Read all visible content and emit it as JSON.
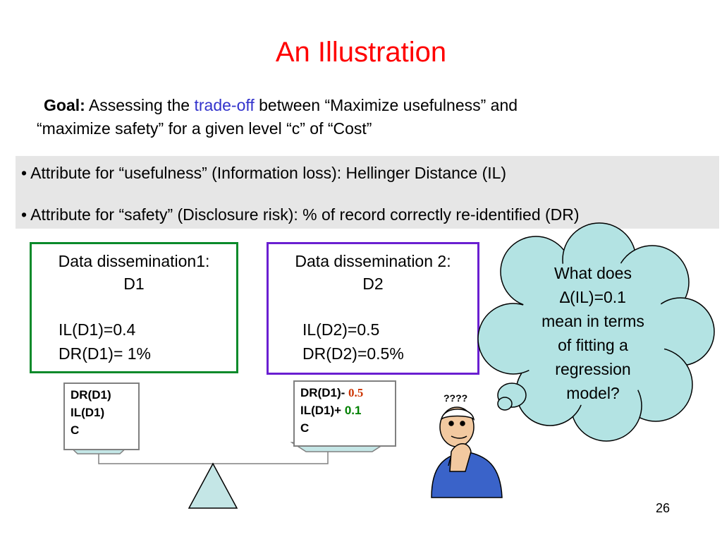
{
  "title": "An Illustration",
  "goal": {
    "label": "Goal:",
    "text_before": "Assessing  the",
    "highlight": "trade-off",
    "text_after": "between “Maximize usefulness” and",
    "line2": "“maximize safety” for a given level “c” of “Cost”"
  },
  "bullets": [
    "• Attribute for “usefulness” (Information loss): Hellinger Distance (IL)",
    "• Attribute for “safety” (Disclosure risk): % of record correctly re-identified (DR)"
  ],
  "dissemination1": {
    "title": "Data dissemination1:",
    "subtitle": "D1",
    "il": "IL(D1)=0.4",
    "dr": "DR(D1)= 1%"
  },
  "dissemination2": {
    "title": "Data dissemination 2:",
    "subtitle": "D2",
    "il": "IL(D2)=0.5",
    "dr": "DR(D2)=0.5%"
  },
  "pan_left": [
    "DR(D1)",
    "IL(D1)",
    "C"
  ],
  "pan_right": {
    "dr": "DR(D1)-",
    "dr_delta": "0.5",
    "il": "IL(D1)+",
    "il_delta": "0.1",
    "c": "C"
  },
  "thought_bubble": {
    "line1": "What does",
    "line2": "∆(IL)=0.1",
    "line3": "mean in terms",
    "line4": "of fitting a",
    "line5": "regression",
    "line6": "model?"
  },
  "question_marks": "????",
  "page_number": "26",
  "colors": {
    "title": "#ff0000",
    "accent": "#3333cc",
    "box1_border": "#0a8a2a",
    "box2_border": "#6a1fd1",
    "cloud_fill": "#b3e3e3",
    "scale_fill": "#c4e6e6",
    "minus_value": "#cc3300",
    "plus_value": "#008000"
  }
}
